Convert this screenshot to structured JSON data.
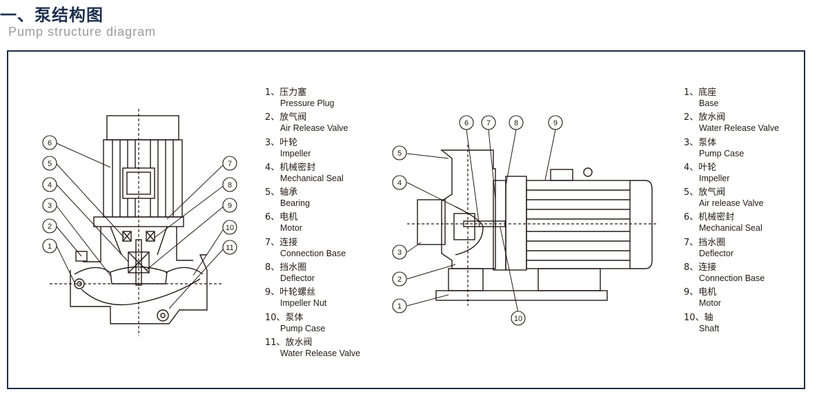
{
  "header": {
    "title": "一、泵结构图",
    "subtitle": "Pump structure diagram"
  },
  "colors": {
    "frame": "#1c2b45",
    "title": "#1d2f4c",
    "subtitle": "#9a9a9a",
    "lines": "#231815"
  },
  "vertical_pump": {
    "callouts": [
      "1",
      "2",
      "3",
      "4",
      "5",
      "6",
      "7",
      "8",
      "9",
      "10",
      "11"
    ],
    "legend": [
      {
        "zh": "1、压力塞",
        "en": "Pressure Plug"
      },
      {
        "zh": "2、放气阀",
        "en": "Air Release Valve"
      },
      {
        "zh": "3、叶轮",
        "en": "Impeller"
      },
      {
        "zh": "4、机械密封",
        "en": "Mechanical Seal"
      },
      {
        "zh": "5、轴承",
        "en": "Bearing"
      },
      {
        "zh": "6、电机",
        "en": "Motor"
      },
      {
        "zh": "7、连接",
        "en": "Connection Base"
      },
      {
        "zh": "8、挡水圈",
        "en": "Deflector"
      },
      {
        "zh": "9、叶轮螺丝",
        "en": "Impeller Nut"
      },
      {
        "zh": "10、泵体",
        "en": "Pump Case"
      },
      {
        "zh": "11、放水阀",
        "en": "Water Release Valve"
      }
    ]
  },
  "horizontal_pump": {
    "callouts": [
      "1",
      "2",
      "3",
      "4",
      "5",
      "6",
      "7",
      "8",
      "9",
      "10"
    ],
    "legend": [
      {
        "zh": "1、底座",
        "en": "Base"
      },
      {
        "zh": "2、放水阀",
        "en": "Water Release Valve"
      },
      {
        "zh": "3、泵体",
        "en": "Pump Case"
      },
      {
        "zh": "4、叶轮",
        "en": "Impeller"
      },
      {
        "zh": "5、放气阀",
        "en": "Air release Valve"
      },
      {
        "zh": "6、机械密封",
        "en": "Mechanical Seal"
      },
      {
        "zh": "7、挡水圈",
        "en": "Deflector"
      },
      {
        "zh": "8、连接",
        "en": "Connection Base"
      },
      {
        "zh": "9、电机",
        "en": "Motor"
      },
      {
        "zh": "10、轴",
        "en": "Shaft"
      }
    ]
  }
}
